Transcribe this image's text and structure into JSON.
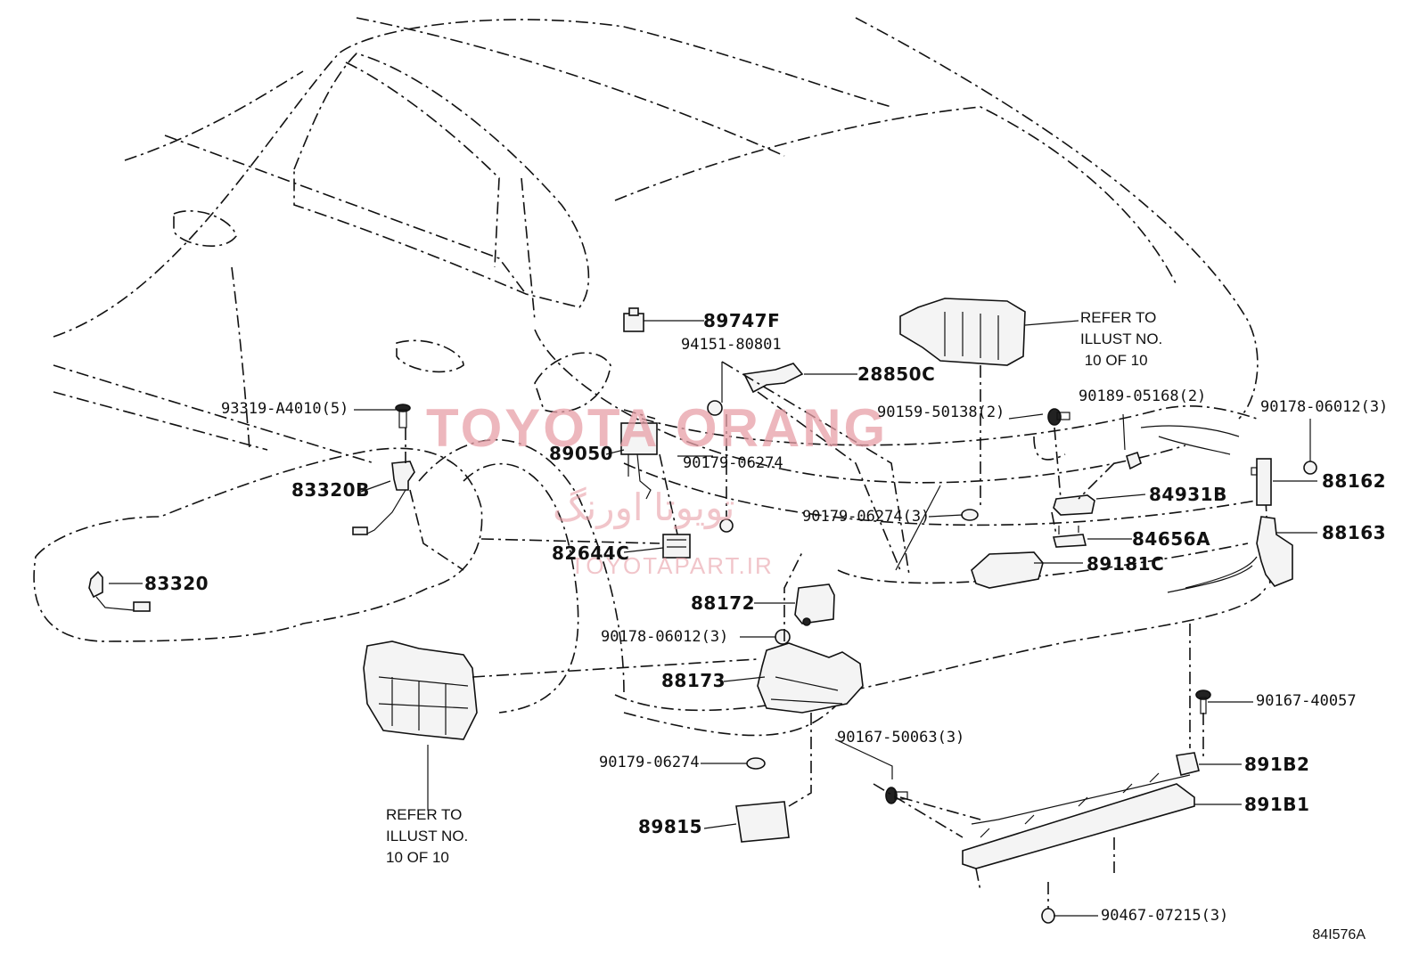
{
  "watermark": {
    "main": "TOYOTA ORANG",
    "persian": "تویوتا اورنگ",
    "url": "TOYOTAPART.IR"
  },
  "labels": {
    "p89747F": "89747F",
    "p94151_80801": "94151-80801",
    "p28850C": "28850C",
    "refer_top": "REFER TO\nILLUST NO.\n 10 OF 10",
    "p90159_50138": "90159-50138(2)",
    "p90189_05168": "90189-05168(2)",
    "p90178_06012_r": "90178-06012(3)",
    "p93319_A4010": "93319-A4010(5)",
    "p89050": "89050",
    "p90179_06274_a": "90179-06274",
    "p88162": "88162",
    "p84931B": "84931B",
    "p83320B": "83320B",
    "p90179_06274_b": "90179-06274(3)",
    "p88163": "88163",
    "p84656A": "84656A",
    "p82644C": "82644C",
    "p89181C": "89181C",
    "p83320": "83320",
    "p88172": "88172",
    "p90178_06012_c": "90178-06012(3)",
    "p88173": "88173",
    "p90167_40057": "90167-40057",
    "p90167_50063": "90167-50063(3)",
    "p90179_06274_c": "90179-06274",
    "p891B2": "891B2",
    "p891B1": "891B1",
    "p89815": "89815",
    "refer_bottom": "REFER TO\nILLUST NO.\n10 OF 10",
    "p90467_07215": "90467-07215(3)",
    "diagram_code": "84I576A"
  }
}
